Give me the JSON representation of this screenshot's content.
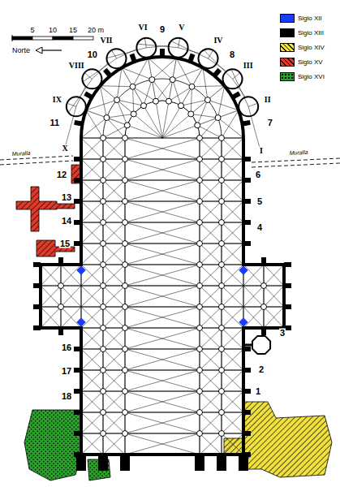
{
  "diagram": {
    "labels": [
      "5",
      "10",
      "15",
      "20 m",
      "Norte",
      "Muralla",
      "Muralla",
      "I",
      "II",
      "III",
      "IV",
      "V",
      "VI",
      "VII",
      "VIII",
      "IX",
      "X",
      "1",
      "2",
      "3",
      "4",
      "5",
      "6",
      "7",
      "8",
      "9",
      "10",
      "11",
      "12",
      "13",
      "14",
      "15",
      "16",
      "17",
      "18"
    ],
    "legend": [
      {
        "text": "Siglo XII",
        "color": "#1a3cff"
      },
      {
        "text": "Siglo XIII",
        "color": "#000000"
      },
      {
        "text": "Siglo XIV",
        "color": "#f0e040"
      },
      {
        "text": "Siglo XV",
        "color": "#e03a2a"
      },
      {
        "text": "Siglo XVI",
        "color": "#2aa02a"
      }
    ]
  }
}
